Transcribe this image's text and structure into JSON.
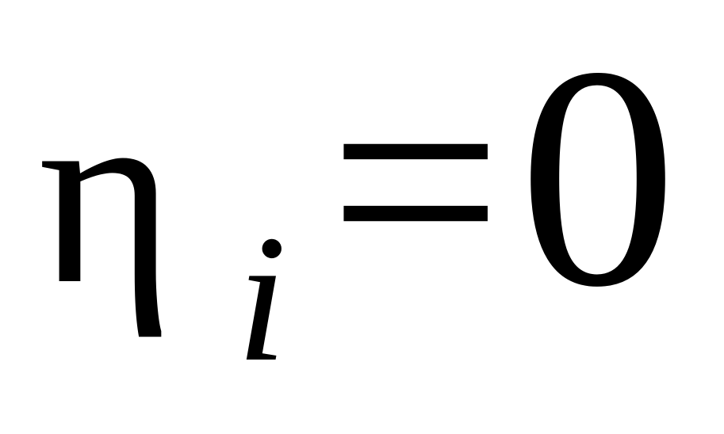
{
  "equation": {
    "symbol": "η",
    "subscript": "i",
    "operator": "=",
    "rhs": "0"
  }
}
